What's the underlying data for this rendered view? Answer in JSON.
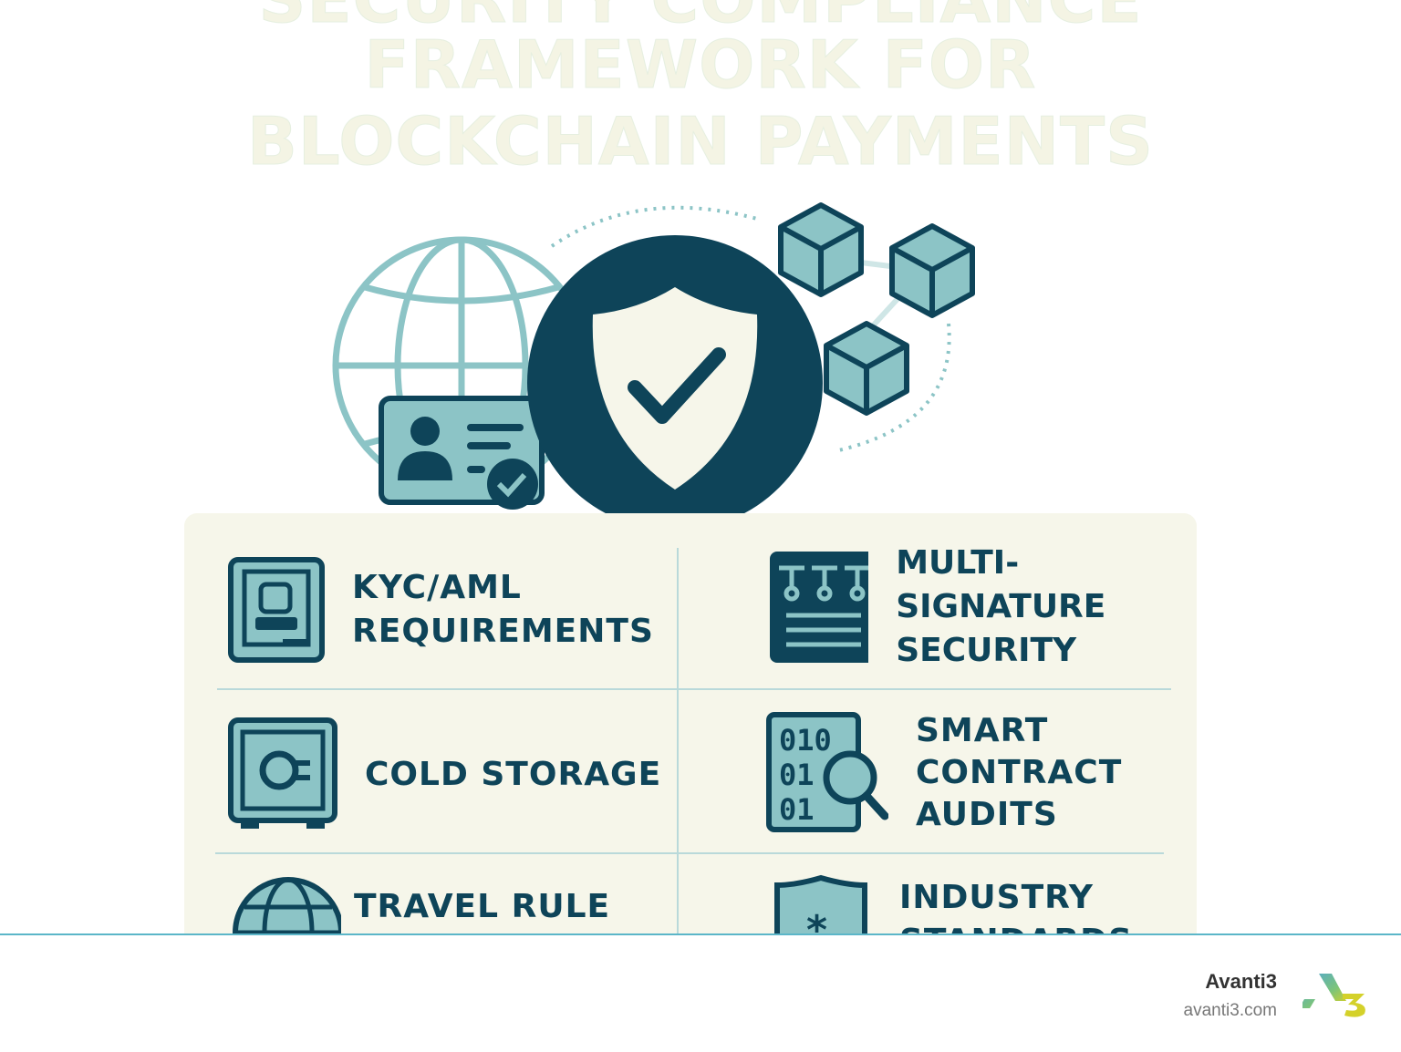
{
  "title": {
    "line1": "SECURITY COMPLIANCE",
    "line2": "FRAMEWORK FOR",
    "line3": "BLOCKCHAIN PAYMENTS"
  },
  "items": [
    {
      "lines": [
        "KYC/AML",
        "REQUIREMENTS"
      ],
      "icon": "id-card-icon"
    },
    {
      "lines": [
        "MULTI-SIGNATURE",
        "SECURITY"
      ],
      "icon": "multi-key-icon"
    },
    {
      "lines": [
        "COLD STORAGE"
      ],
      "icon": "safe-icon"
    },
    {
      "lines": [
        "SMART",
        "CONTRACT",
        "AUDITS"
      ],
      "icon": "code-search-icon"
    },
    {
      "lines": [
        "TRAVEL RULE"
      ],
      "icon": "globe-icon"
    },
    {
      "lines": [
        "INDUSTRY",
        "STANDARDS"
      ],
      "icon": "shield-asterisk-icon"
    }
  ],
  "footer": {
    "brand": "Avanti3",
    "url": "avanti3.com"
  },
  "colors": {
    "dark": "#0e4459",
    "light": "#8cc4c6",
    "cream": "#f6f6ea"
  }
}
